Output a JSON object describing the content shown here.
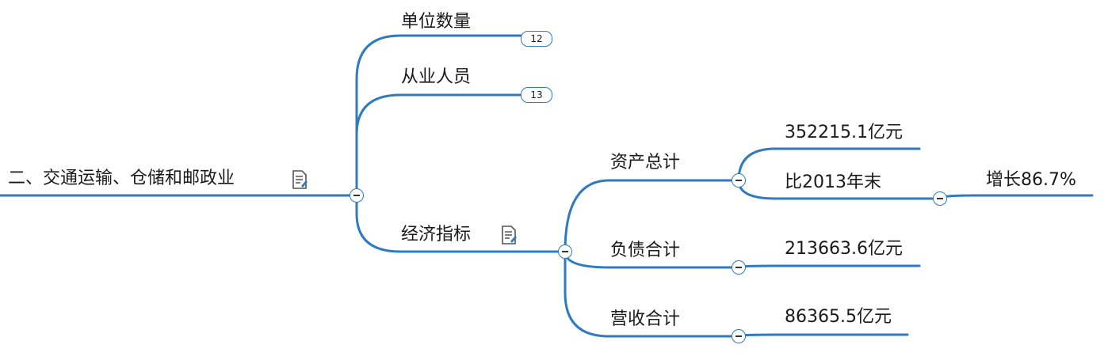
{
  "colors": {
    "line": "#2f7ac0",
    "text": "#1a1a1a"
  },
  "root": {
    "label": "二、交通运输、仓储和邮政业",
    "icon": "note-icon"
  },
  "branches": {
    "units": {
      "label": "单位数量",
      "count": "12"
    },
    "staff": {
      "label": "从业人员",
      "count": "13"
    },
    "econ": {
      "label": "经济指标",
      "icon": "note-icon"
    }
  },
  "econ_children": {
    "assets": {
      "label": "资产总计",
      "value": "352215.1亿元",
      "compare": "比2013年末",
      "growth": "增长86.7%"
    },
    "liabilities": {
      "label": "负债合计",
      "value": "213663.6亿元"
    },
    "revenue": {
      "label": "营收合计",
      "value": "86365.5亿元"
    }
  }
}
